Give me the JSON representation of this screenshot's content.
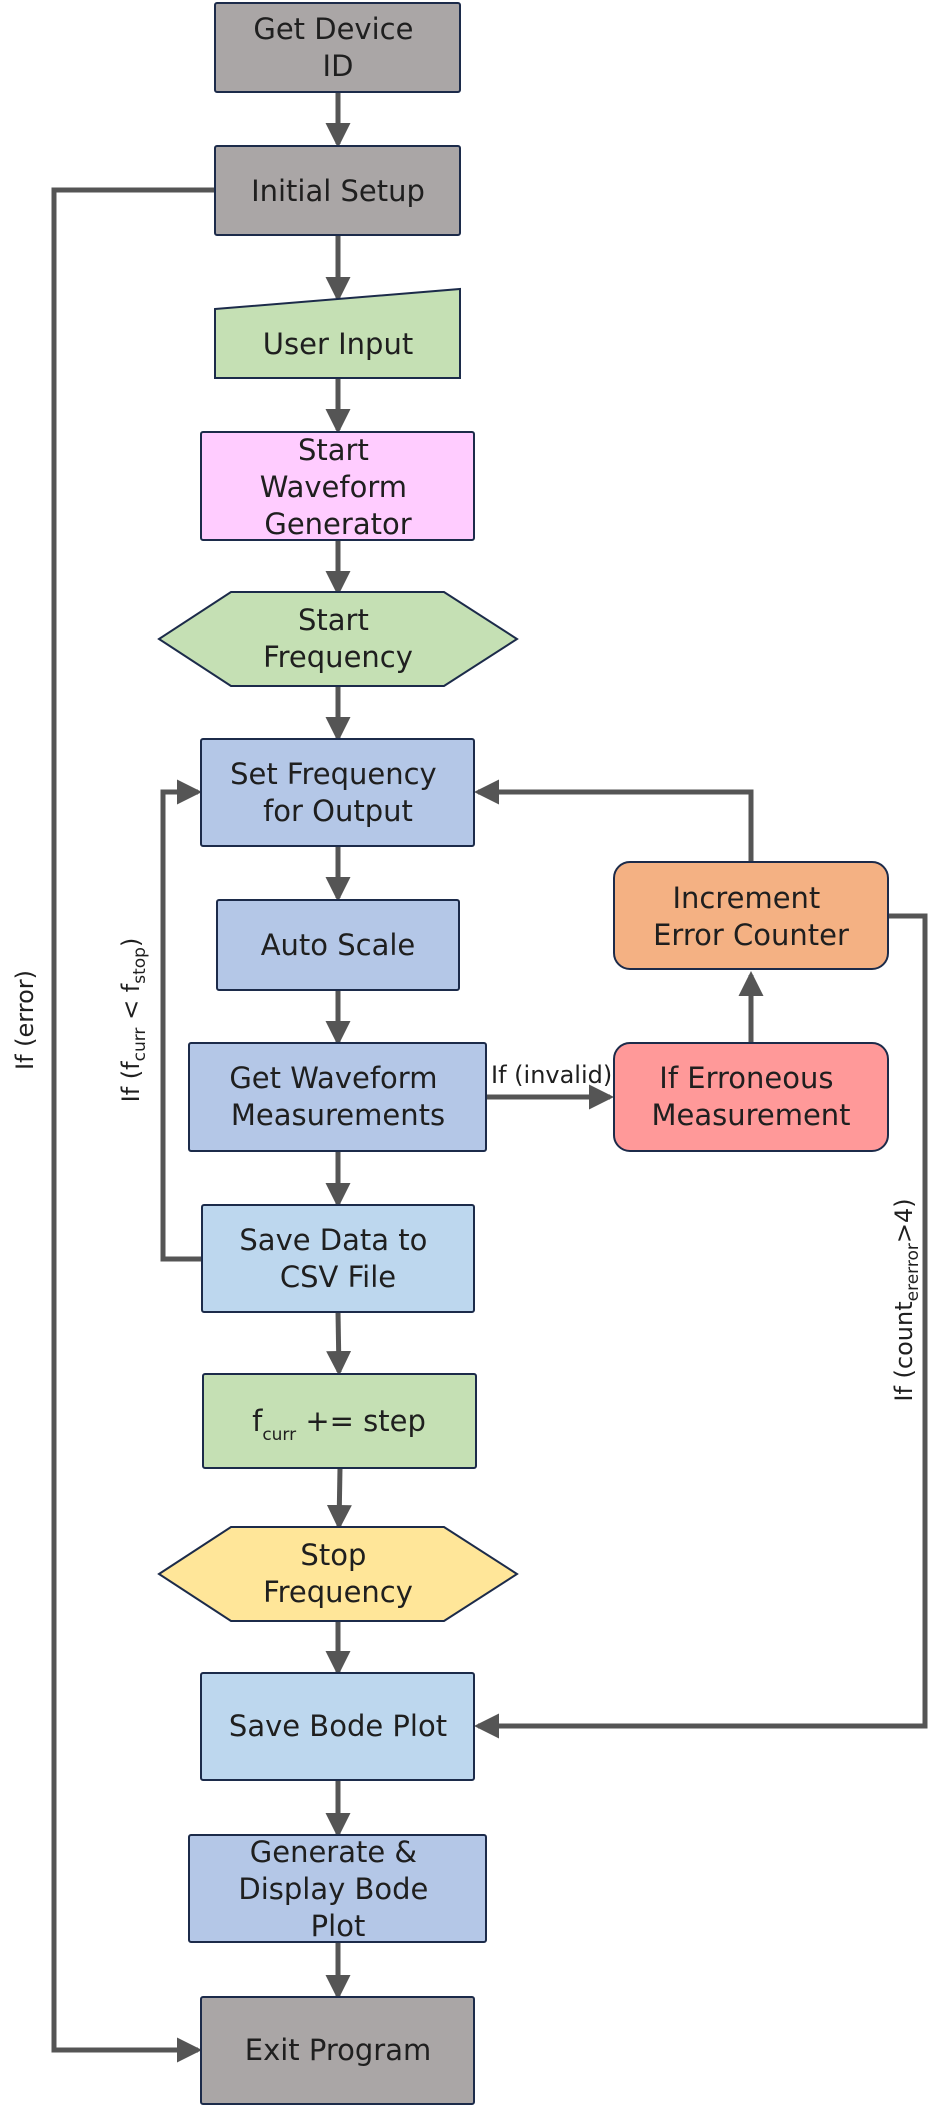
{
  "colors": {
    "gray": "#aaa6a6",
    "green": "#c5e0b4",
    "pink": "#ffccff",
    "blue": "#b4c7e7",
    "light_blue": "#bdd7ee",
    "orange": "#f4b183",
    "red": "#ff9999",
    "yellow": "#ffe699",
    "edge": "#555555"
  },
  "nodes": {
    "get_device_id": [
      "Get Device",
      "ID"
    ],
    "initial_setup": [
      "Initial Setup"
    ],
    "user_input": [
      "User Input"
    ],
    "start_waveform_generator": [
      "Start",
      "Waveform",
      "Generator"
    ],
    "start_frequency": [
      "Start",
      "Frequency"
    ],
    "set_frequency": [
      "Set Frequency",
      "for Output"
    ],
    "auto_scale": [
      "Auto Scale"
    ],
    "get_waveform_measurements": [
      "Get Waveform",
      "Measurements"
    ],
    "save_data_csv": [
      "Save Data to",
      "CSV File"
    ],
    "f_curr_step": {
      "pre": "f",
      "sub": "curr",
      "post": " += step"
    },
    "stop_frequency": [
      "Stop",
      "Frequency"
    ],
    "save_bode_plot": [
      "Save Bode Plot"
    ],
    "generate_display_bode": [
      "Generate &",
      "Display Bode",
      "Plot"
    ],
    "exit_program": [
      "Exit Program"
    ],
    "increment_error_counter": [
      "Increment",
      "Error Counter"
    ],
    "if_erroneous": [
      "If Erroneous",
      "Measurement"
    ]
  },
  "edge_labels": {
    "if_error": "If (error)",
    "if_invalid": "If (invalid)",
    "if_fcurr": {
      "pre": "If (f",
      "sub1": "curr",
      "mid": " < f",
      "sub2": "stop",
      "post": ")"
    },
    "if_count": {
      "pre": "If (count",
      "sub": "ererror",
      "post": ">4)"
    }
  }
}
